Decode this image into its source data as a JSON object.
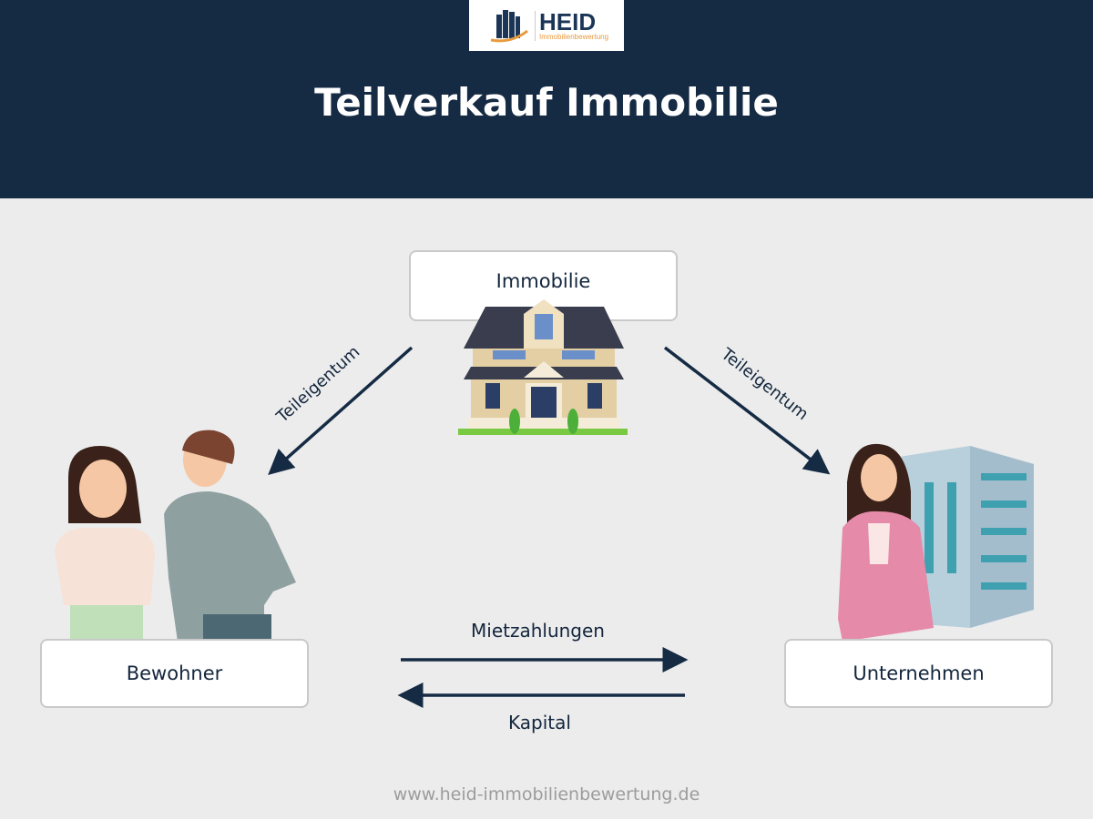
{
  "logo": {
    "name": "HEID",
    "subtitle": "Immobilienbewertung"
  },
  "title": "Teilverkauf Immobilie",
  "nodes": {
    "property": "Immobilie",
    "residents": "Bewohner",
    "company": "Unternehmen"
  },
  "edges": {
    "left": "Teileigentum",
    "right": "Teileigentum",
    "rent": "Mietzahlungen",
    "capital": "Kapital"
  },
  "footer": "www.heid-immobilienbewertung.de",
  "colors": {
    "header": "#152a43",
    "accent": "#e99a3b",
    "background": "#ececec"
  }
}
